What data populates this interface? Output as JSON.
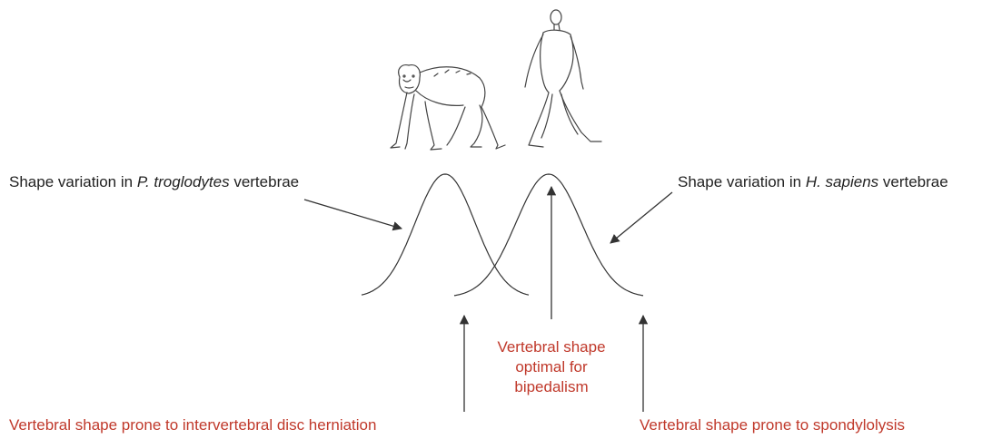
{
  "colors": {
    "text": "#222222",
    "accent_red": "#c0392b",
    "line": "#333333"
  },
  "icons": {
    "ape": "chimpanzee-illustration",
    "human": "human-walking-illustration"
  },
  "labels": {
    "chimp_prefix": "Shape variation in ",
    "chimp_species": "P. troglodytes",
    "chimp_suffix": " vertebrae",
    "human_prefix": "Shape variation in ",
    "human_species": "H. sapiens",
    "human_suffix": " vertebrae",
    "optimal": "Vertebral shape optimal for bipedalism",
    "herniation": "Vertebral shape prone to intervertebral disc herniation",
    "spondylolysis": "Vertebral shape prone to spondylolysis"
  }
}
